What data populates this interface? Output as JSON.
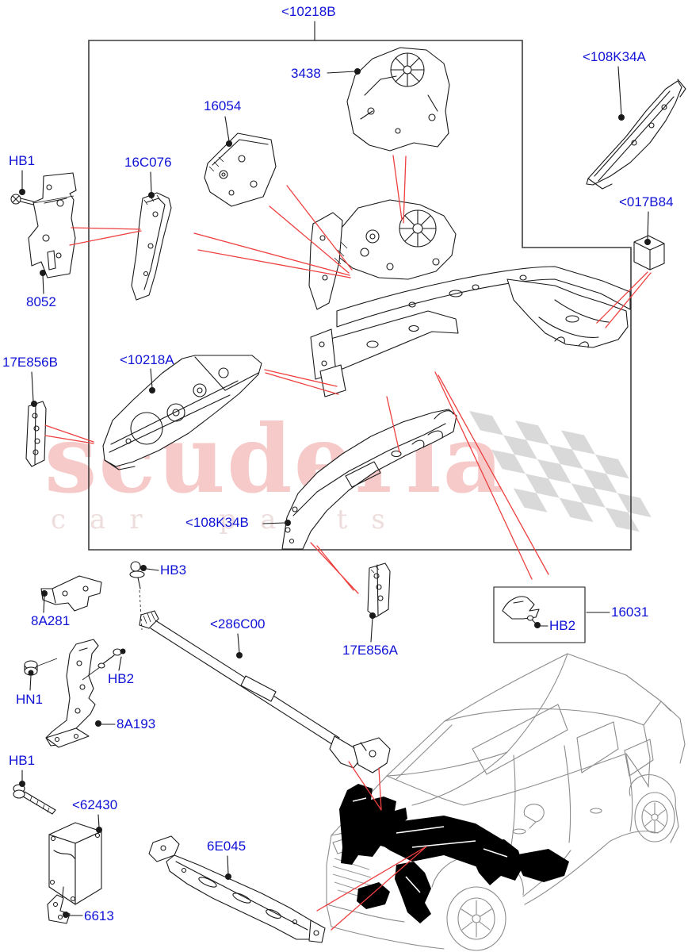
{
  "watermark": {
    "primary": "scuderia",
    "secondary": "car parts"
  },
  "colors": {
    "label_blue": "#1013d6",
    "leader_red": "#ee4040",
    "line_black": "#1a1a1a",
    "car_gray": "#8c8c8c",
    "flag_gray": "#d9d9d9",
    "wm_pink": "#f7caca",
    "wm_gray": "#eddedd"
  },
  "diagram": {
    "description": "Front body structure exploded parts diagram with vehicle locator illustration",
    "labels": [
      {
        "id": "10218B",
        "text": "<10218B"
      },
      {
        "id": "108K34A",
        "text": "<108K34A"
      },
      {
        "id": "3438",
        "text": "3438"
      },
      {
        "id": "16054",
        "text": "16054"
      },
      {
        "id": "HB1-top",
        "text": "HB1"
      },
      {
        "id": "16C076",
        "text": "16C076"
      },
      {
        "id": "017B84",
        "text": "<017B84"
      },
      {
        "id": "8052",
        "text": "8052"
      },
      {
        "id": "10218A",
        "text": "<10218A"
      },
      {
        "id": "17E856B",
        "text": "17E856B"
      },
      {
        "id": "108K34B",
        "text": "<108K34B"
      },
      {
        "id": "HB3",
        "text": "HB3"
      },
      {
        "id": "8A281",
        "text": "8A281"
      },
      {
        "id": "286C00",
        "text": "<286C00"
      },
      {
        "id": "HB2-box",
        "text": "HB2"
      },
      {
        "id": "16031",
        "text": "16031"
      },
      {
        "id": "17E856A",
        "text": "17E856A"
      },
      {
        "id": "HB2-left",
        "text": "HB2"
      },
      {
        "id": "HN1",
        "text": "HN1"
      },
      {
        "id": "8A193",
        "text": "8A193"
      },
      {
        "id": "HB1-bot",
        "text": "HB1"
      },
      {
        "id": "62430",
        "text": "<62430"
      },
      {
        "id": "6E045",
        "text": "6E045"
      },
      {
        "id": "6613",
        "text": "6613"
      }
    ]
  }
}
